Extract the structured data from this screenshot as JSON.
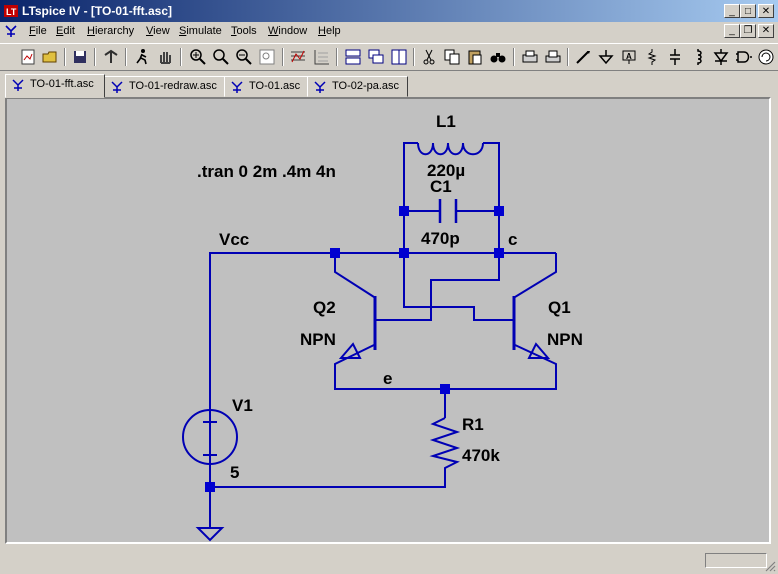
{
  "window": {
    "title": "LTspice IV - [TO-01-fft.asc]"
  },
  "menu": [
    {
      "key": "F",
      "rest": "ile"
    },
    {
      "key": "E",
      "rest": "dit"
    },
    {
      "key": "H",
      "rest": "ierarchy"
    },
    {
      "key": "V",
      "rest": "iew"
    },
    {
      "key": "S",
      "rest": "imulate"
    },
    {
      "key": "T",
      "rest": "ools"
    },
    {
      "key": "W",
      "rest": "indow"
    },
    {
      "key": "H",
      "rest": "elp"
    }
  ],
  "tabs": [
    "TO-01-fft.asc",
    "TO-01-redraw.asc",
    "TO-01.asc",
    "TO-02-pa.asc"
  ],
  "schematic": {
    "directive": ".tran 0 2m .4m 4n",
    "L1_name": "L1",
    "L1_value": "220µ",
    "C1_name": "C1",
    "C1_value": "470p",
    "net_vcc": "Vcc",
    "net_c": "c",
    "net_e": "e",
    "Q2_name": "Q2",
    "Q2_model": "NPN",
    "Q1_name": "Q1",
    "Q1_model": "NPN",
    "R1_name": "R1",
    "R1_value": "470k",
    "V1_name": "V1",
    "V1_value": "5"
  },
  "colors": {
    "wire": "#0000b4",
    "canvas": "#c0c0c0",
    "junction": "#0000d0"
  }
}
